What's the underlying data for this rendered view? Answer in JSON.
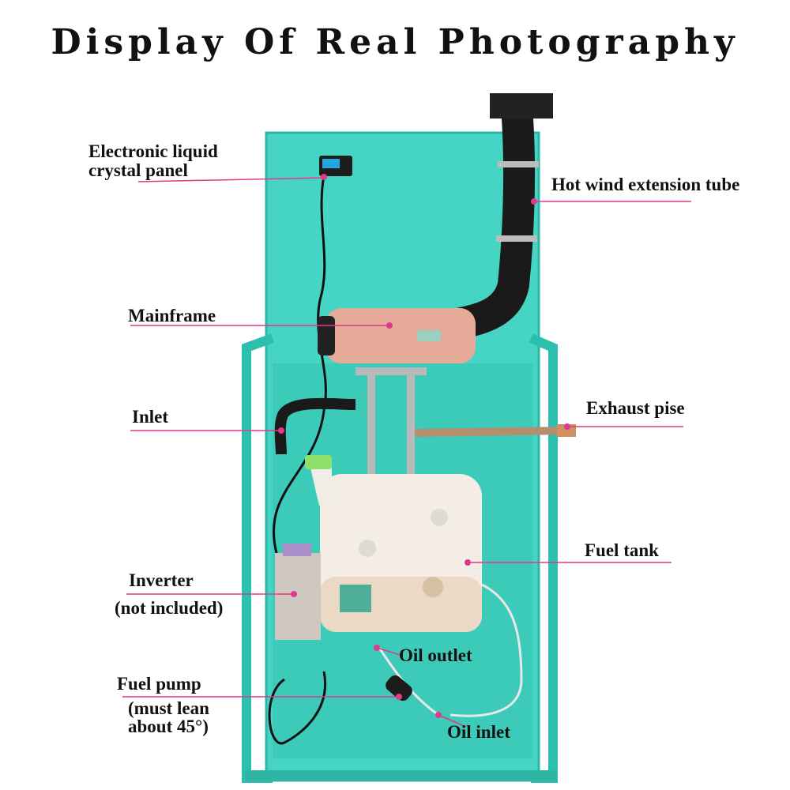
{
  "title": "Display Of Real Photography",
  "colors": {
    "cabinet": "#44d4c4",
    "cabinet_dark": "#2fb5a6",
    "leader_line": "#e03a8c",
    "heater_body": "#e6aa98",
    "hose": "#1a1a1a"
  },
  "labels": {
    "lcd_panel_line1": "Electronic liquid",
    "lcd_panel_line2": "crystal panel",
    "hot_wind_tube": "Hot wind extension tube",
    "mainframe": "Mainframe",
    "inlet": "Inlet",
    "exhaust": "Exhaust pise",
    "fuel_tank": "Fuel tank",
    "inverter_line1": "Inverter",
    "inverter_line2": "(not included)",
    "oil_outlet": "Oil outlet",
    "fuel_pump_line1": "Fuel pump",
    "fuel_pump_line2": "(must lean",
    "fuel_pump_line3": "about 45°)",
    "oil_inlet": "Oil inlet"
  }
}
